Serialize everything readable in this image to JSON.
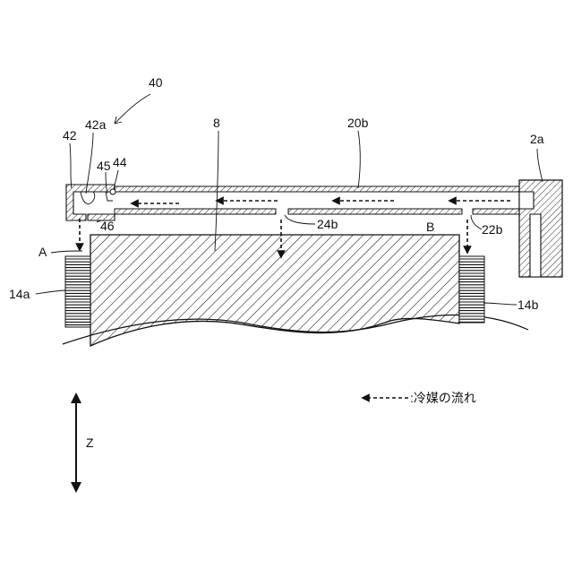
{
  "labels": {
    "assembly": "40",
    "part_42": "42",
    "part_42a": "42a",
    "part_45": "45",
    "part_44": "44",
    "part_46": "46",
    "part_8": "8",
    "part_20b": "20b",
    "part_2a": "2a",
    "part_24b": "24b",
    "part_22b": "22b",
    "point_a": "A",
    "point_b": "B",
    "part_14a": "14a",
    "part_14b": "14b",
    "axis_z": "Z"
  },
  "legend": {
    "text": ":冷媒の流れ"
  },
  "colors": {
    "line": "#111111",
    "background": "#ffffff"
  }
}
